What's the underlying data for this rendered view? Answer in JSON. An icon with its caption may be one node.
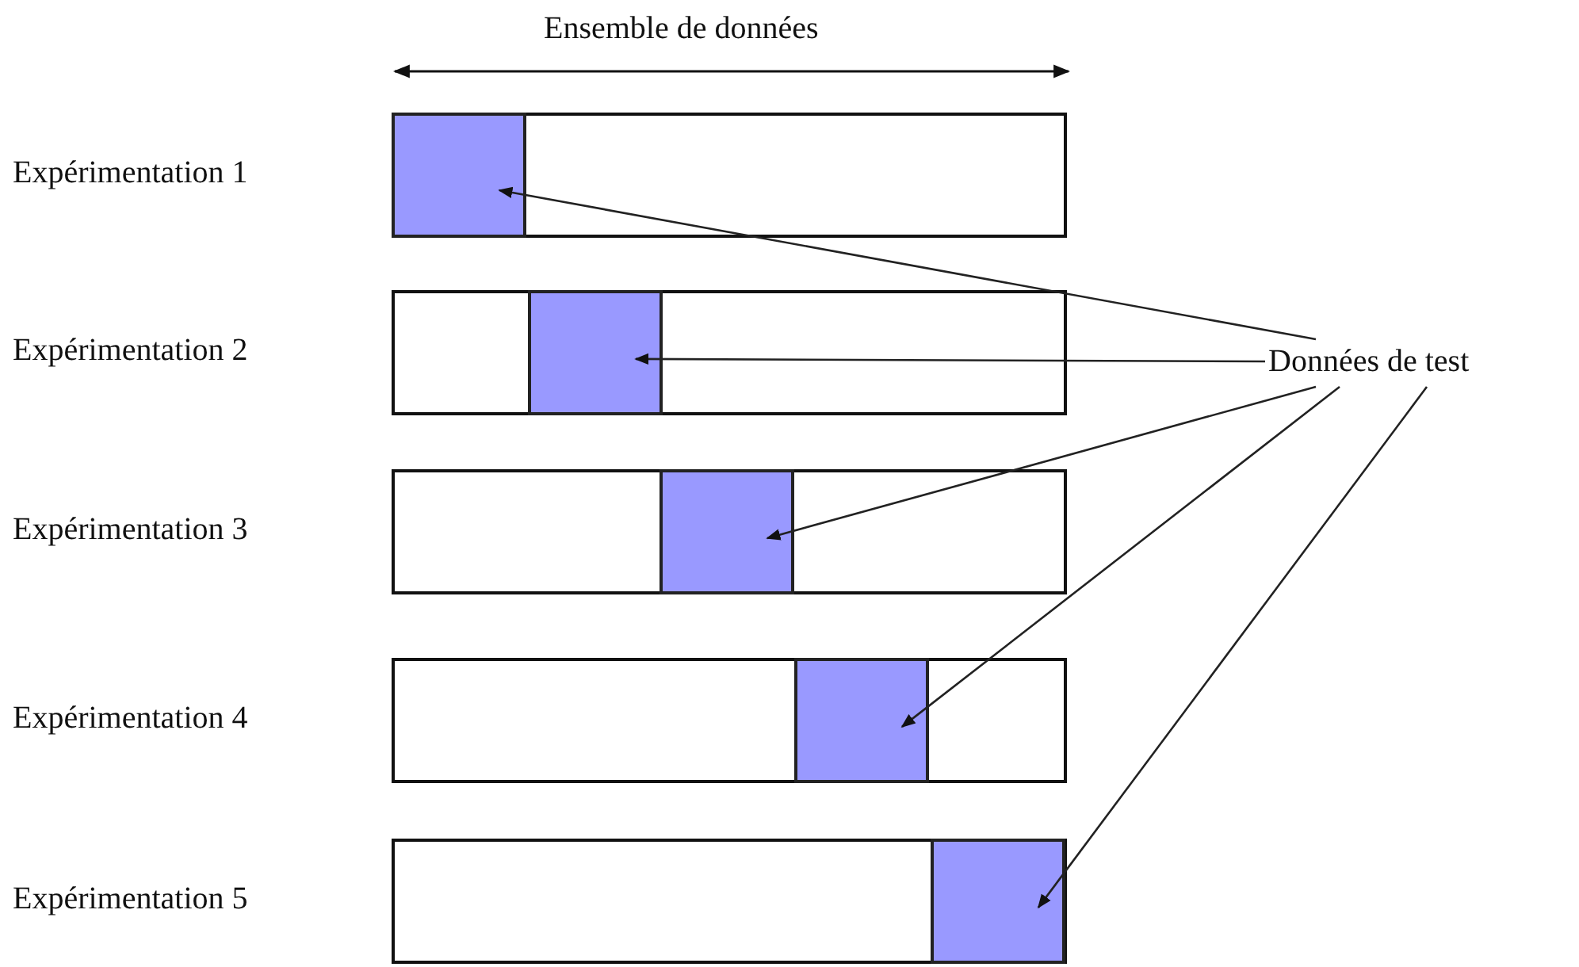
{
  "diagram": {
    "nodes": [
      {
        "text": [
          "Expérimentation 1"
        ]
      },
      {
        "text": [],
        "shape": "box",
        "in": 0
      },
      {
        "text": [
          "Expérimentation 2"
        ]
      },
      {
        "text": [],
        "shape": "box",
        "in": 2
      },
      {
        "text": [
          "Expérimentation 3"
        ]
      },
      {
        "text": [],
        "shape": "box",
        "in": 4
      },
      {
        "text": [
          "Expérimentation 4"
        ]
      },
      {
        "text": [],
        "shape": "box",
        "in": 6
      },
      {
        "text": [
          "Expérimentation 5"
        ]
      },
      {
        "text": [],
        "shape": "box",
        "in": 8
      },
      {
        "text": [
          "Données de test"
        ]
      }
    ],
    "edges": [
      {
        "from": 10,
        "to": 1,
        "arrow": "to"
      },
      {
        "from": 10,
        "to": 3,
        "arrow": "to"
      },
      {
        "from": 10,
        "to": 5,
        "arrow": "to"
      },
      {
        "from": 10,
        "to": 7,
        "arrow": "to"
      },
      {
        "from": 10,
        "to": 9,
        "arrow": "to"
      }
    ],
    "labels": [
      "Ensemble de données"
    ]
  }
}
